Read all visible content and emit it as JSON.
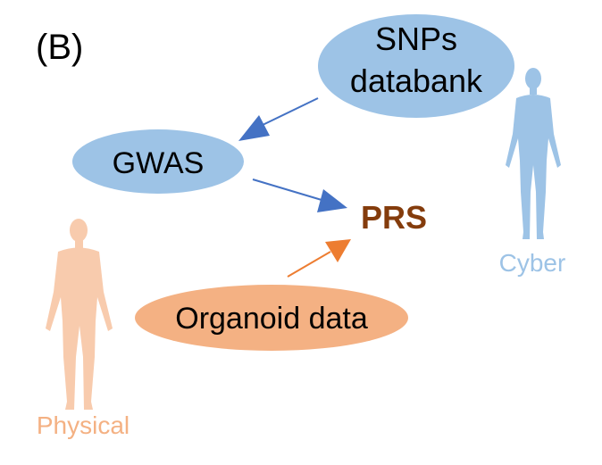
{
  "panel_label": "(B)",
  "nodes": {
    "snps": {
      "line1": "SNPs",
      "line2": "databank",
      "fill": "#9dc3e6"
    },
    "gwas": {
      "label": "GWAS",
      "fill": "#9dc3e6"
    },
    "prs": {
      "label": "PRS",
      "color": "#843c0c"
    },
    "organoid": {
      "label": "Organoid data",
      "fill": "#f4b183"
    }
  },
  "figures": {
    "cyber": {
      "label": "Cyber",
      "color": "#9dc3e6"
    },
    "physical": {
      "label": "Physical",
      "color": "#f8cbad",
      "label_color": "#f4b183"
    }
  },
  "edges": [
    {
      "from": "SNPs databank",
      "to": "GWAS",
      "color": "#4472c4"
    },
    {
      "from": "GWAS",
      "to": "PRS",
      "color": "#4472c4"
    },
    {
      "from": "Organoid data",
      "to": "PRS",
      "color": "#ed7d31"
    }
  ]
}
